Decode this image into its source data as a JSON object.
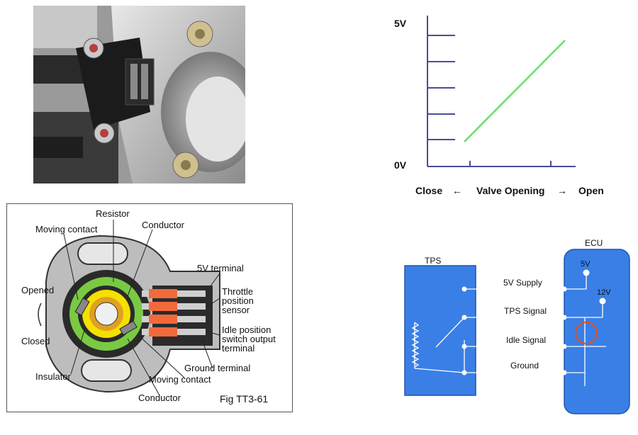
{
  "photo": {
    "subject": "throttle-position-sensor-photo"
  },
  "sensor_diagram": {
    "labels": {
      "resistor": "Resistor",
      "conductor_top": "Conductor",
      "moving_contact_top": "Moving contact",
      "terminal_5v": "5V terminal",
      "tps_line1": "Throttle",
      "tps_line2": "position",
      "tps_line3": "sensor",
      "opened": "Opened",
      "closed": "Closed",
      "idle_line1": "Idle position",
      "idle_line2": "switch output",
      "idle_line3": "terminal",
      "ground_terminal": "Ground terminal",
      "insulator": "Insulator",
      "moving_contact_bottom": "Moving contact",
      "conductor_bottom": "Conductor",
      "fig_caption": "Fig TT3-61"
    },
    "colors": {
      "resistor_green": "#7ac943",
      "conductor_yellow": "#f5e000",
      "terminal_orange": "#f26a3a"
    }
  },
  "voltage_graph": {
    "y_top_label": "5V",
    "y_bottom_label": "0V",
    "x_left": "Close",
    "x_middle": "Valve Opening",
    "x_right": "Open",
    "line_color": "#66e066",
    "axis_color": "#4b4b9a"
  },
  "circuit": {
    "tps_label": "TPS",
    "ecu_label": "ECU",
    "v5": "5V",
    "v12": "12V",
    "lines": {
      "supply": "5V Supply",
      "signal": "TPS Signal",
      "idle": "Idle Signal",
      "ground": "Ground"
    },
    "colors": {
      "box_blue": "#3a7fe6",
      "box_border": "#2255aa",
      "highlight": "#e05020"
    }
  }
}
